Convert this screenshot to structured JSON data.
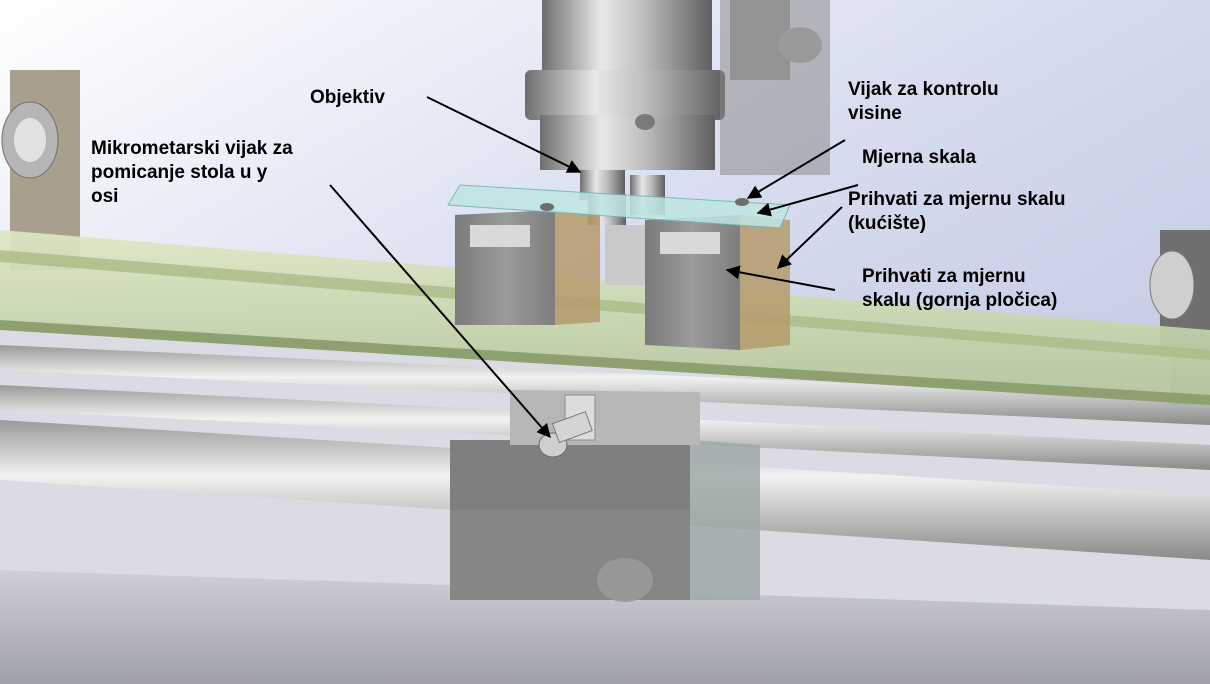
{
  "labels": {
    "objektiv": "Objektiv",
    "mikrometarski": [
      "Mikrometarski vijak za",
      "pomicanje stola u y",
      "osi"
    ],
    "vijak_visine": [
      "Vijak za kontrolu",
      "visine"
    ],
    "mjerna_skala": "Mjerna skala",
    "prihvati_kuciste": [
      "Prihvati za mjernu skalu",
      "(kućište)"
    ],
    "prihvati_plocica": [
      "Prihvati za mjernu",
      "skalu (gornja pločica)"
    ]
  },
  "colors": {
    "background": "#ffffff",
    "sky": "#c9cfe6",
    "rail": "#c8d9a8",
    "block": "#8c8c8c",
    "label_text": "#000000"
  }
}
